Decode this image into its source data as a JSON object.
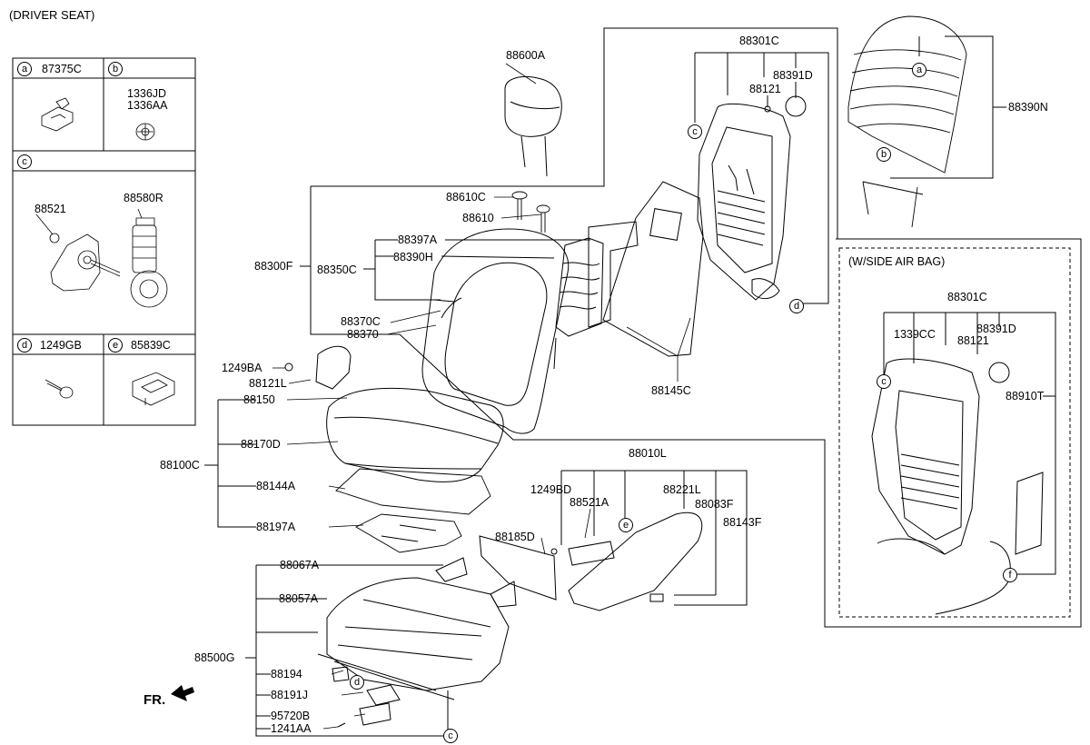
{
  "header": {
    "title": "(DRIVER SEAT)"
  },
  "legend": {
    "a": {
      "letter": "a",
      "parts": [
        "87375C"
      ]
    },
    "b": {
      "letter": "b",
      "parts": [
        "1336JD",
        "1336AA"
      ]
    },
    "c": {
      "letter": "c",
      "parts": [
        "88521",
        "88580R"
      ]
    },
    "d": {
      "letter": "d",
      "parts": [
        "1249GB"
      ]
    },
    "e": {
      "letter": "e",
      "parts": [
        "85839C"
      ]
    }
  },
  "main": {
    "headrest": "88600A",
    "back_frame_assy": "88301C",
    "back_frame_parts": [
      "88391D",
      "88121"
    ],
    "guide_parts": [
      "88610C",
      "88610"
    ],
    "back_cover_group": "88350C",
    "back_cover_parts": [
      "88397A",
      "88390H"
    ],
    "back_assy": "88300F",
    "back_pad": [
      "88370C",
      "88370"
    ],
    "back_board": "88145C",
    "cushion_assy": "88100C",
    "cushion_parts": [
      "88150",
      "88170D",
      "88144A",
      "88197A"
    ],
    "side_cover_parts": [
      "1249BA",
      "88121L"
    ],
    "shield_group": "88010L",
    "shield_parts": [
      "1249BD",
      "88521A",
      "88221L",
      "88083F",
      "88143F",
      "88185D"
    ],
    "track_assy": "88500G",
    "track_parts": [
      "88067A",
      "88057A",
      "88194",
      "88191J",
      "95720B",
      "1241AA"
    ],
    "fr_label": "FR.",
    "back_cover_assy": "88390N"
  },
  "airbag": {
    "title": "(W/SIDE AIR BAG)",
    "frame_assy": "88301C",
    "parts": [
      "1339CC",
      "88121",
      "88391D",
      "88910T"
    ]
  },
  "callouts": [
    "a",
    "b",
    "c",
    "d",
    "e",
    "f"
  ]
}
